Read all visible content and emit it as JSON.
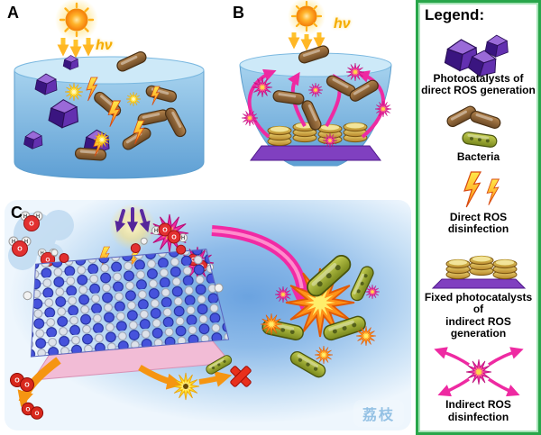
{
  "panels": {
    "a": "A",
    "b": "B",
    "c": "C",
    "hv": "hν"
  },
  "legend": {
    "title": "Legend:",
    "items": [
      {
        "icon": "photocatalyst-crystals-icon",
        "label": "Photocatalysts of\ndirect ROS generation"
      },
      {
        "icon": "bacteria-icon",
        "label": "Bacteria"
      },
      {
        "icon": "direct-ros-lightning-icon",
        "label": "Direct ROS\ndisinfection"
      },
      {
        "icon": "fixed-photocatalyst-icon",
        "label": "Fixed photocatalysts of\nindirect ROS generation"
      },
      {
        "icon": "indirect-ros-starburst-icon",
        "label": "Indirect ROS\ndisinfection"
      }
    ]
  },
  "atoms": {
    "h": "H",
    "o": "O"
  },
  "watermark": {
    "text": "荔枝"
  },
  "colors": {
    "legend_border": "#28a64a",
    "water_blue": "#7ec3ea",
    "crystal_purple": "#5a2d8a",
    "ros_pink": "#ee2aa2",
    "bolt_orange": "#ff8a12",
    "sun_orange": "#f57d0a",
    "bacteria_brown": "#8a6b42",
    "bacteria_green": "#8a9a2a",
    "lattice_blue": "#4653dc",
    "support_pink": "#f2bcd6"
  }
}
